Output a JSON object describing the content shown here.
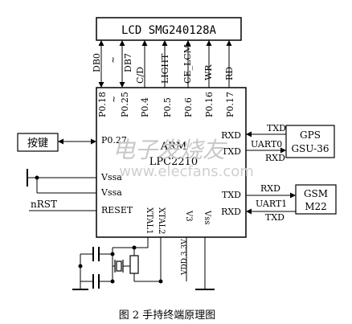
{
  "lcd": {
    "label": "LCD SMG240128A"
  },
  "lcd_signals": [
    "DB0",
    "~",
    "DB7",
    "C/D",
    "LIGHT",
    "CE_LCM",
    "WR",
    "RD"
  ],
  "chip": {
    "name": "ARM",
    "model": "LPC2210",
    "top_pins": [
      "P0.18",
      "~",
      "P0.25",
      "P0.4",
      "P0.5",
      "P0.6",
      "P0.16",
      "P0.17"
    ],
    "left_pins": [
      "P0.27",
      "Vssa",
      "Vssa",
      "RESET"
    ],
    "right_pins": [
      "RXD",
      "TXD",
      "TXD",
      "RXD"
    ],
    "bottom_pins": [
      "XTAL1",
      "XTAL2",
      "V3",
      "Vss"
    ]
  },
  "key": {
    "label": "按键"
  },
  "nrst": {
    "label": "nRST"
  },
  "gps": {
    "title": "GPS",
    "model": "GSU-36",
    "txd": "TXD",
    "rxd": "RXD",
    "uart": "UART0"
  },
  "gsm": {
    "title": "GSM",
    "model": "M22",
    "txd": "TXD",
    "rxd": "RXD",
    "uart": "UART1"
  },
  "vdd": {
    "label": "VDD 3.3V"
  },
  "caption": {
    "text": "图 2  手持终端原理图"
  },
  "watermark": {
    "cn": "电子发烧友",
    "url": "www.elecfans.com"
  }
}
